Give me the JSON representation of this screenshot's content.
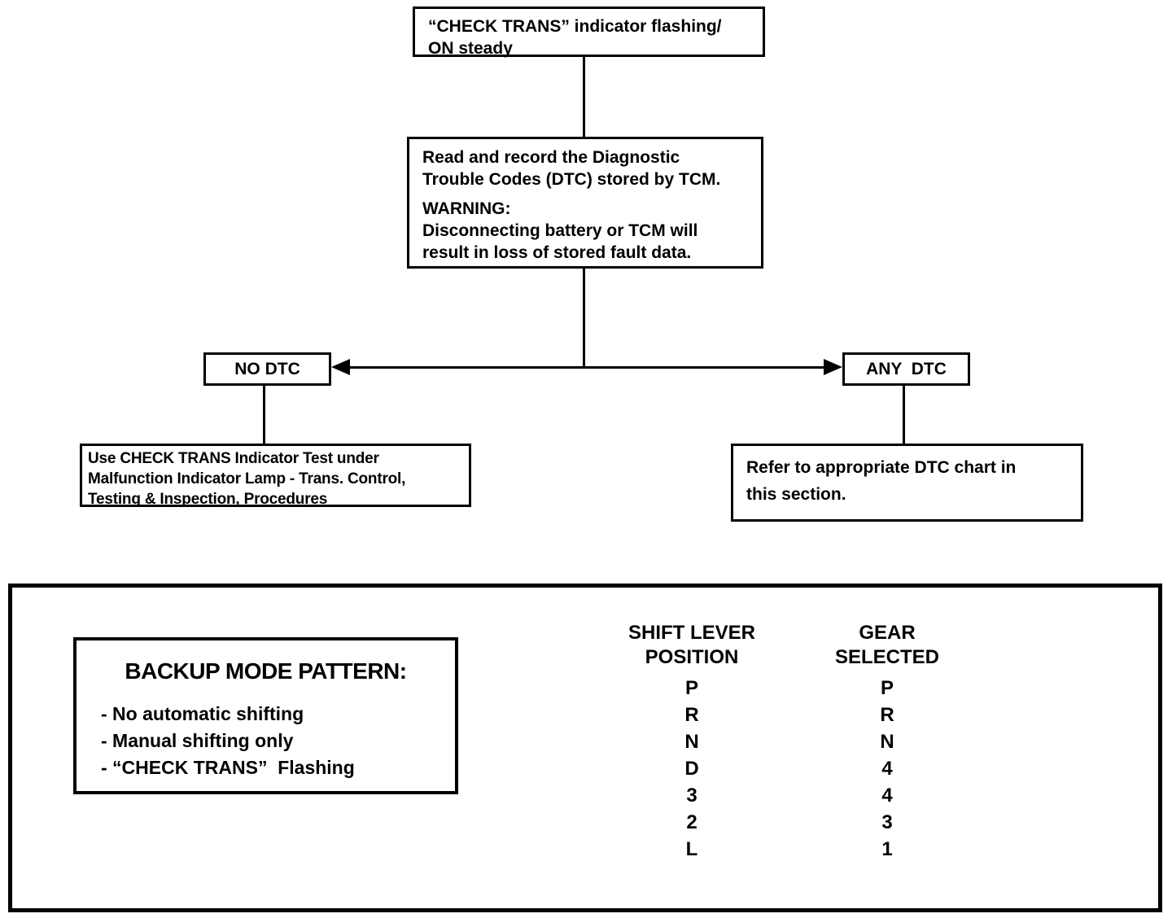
{
  "diagram": {
    "start_box": "“CHECK TRANS” indicator flashing/\nON steady",
    "read_codes_box": {
      "instruction": "Read and record the Diagnostic\nTrouble Codes (DTC) stored by TCM.",
      "warning_label": "WARNING:",
      "warning_text": "Disconnecting battery or TCM will\nresult in loss of stored fault data."
    },
    "no_dtc_label": "NO DTC",
    "any_dtc_label": "ANY  DTC",
    "no_dtc_action": "Use CHECK TRANS Indicator Test under\nMalfunction Indicator Lamp - Trans. Control,\nTesting & Inspection, Procedures",
    "any_dtc_action": "Refer to appropriate DTC chart in\nthis section."
  },
  "backup_mode": {
    "title": "BACKUP MODE PATTERN:",
    "items": [
      "- No automatic shifting",
      "- Manual shifting only",
      "- “CHECK TRANS”  Flashing"
    ]
  },
  "backup_table": {
    "headers": {
      "col1": "SHIFT LEVER\nPOSITION",
      "col2": "GEAR\nSELECTED"
    },
    "rows": [
      {
        "position": "P",
        "gear": "P"
      },
      {
        "position": "R",
        "gear": "R"
      },
      {
        "position": "N",
        "gear": "N"
      },
      {
        "position": "D",
        "gear": "4"
      },
      {
        "position": "3",
        "gear": "4"
      },
      {
        "position": "2",
        "gear": "3"
      },
      {
        "position": "L",
        "gear": "1"
      }
    ]
  },
  "colors": {
    "ink": "#000000",
    "paper": "#ffffff"
  }
}
